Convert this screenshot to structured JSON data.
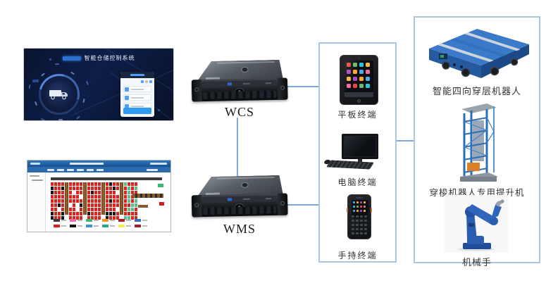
{
  "dashboard_screen": {
    "title": "智能仓储控制系统"
  },
  "servers": {
    "wcs_label": "WCS",
    "wms_label": "WMS"
  },
  "terminals_panel": {
    "items": [
      {
        "label": "平板终端",
        "icon": "tablet-device"
      },
      {
        "label": "电脑终端",
        "icon": "desktop-device"
      },
      {
        "label": "手持终端",
        "icon": "handheld-device"
      }
    ]
  },
  "equipment_panel": {
    "items": [
      {
        "label": "智能四向穿层机器人",
        "icon": "four-way-shuttle-robot"
      },
      {
        "label": "穿梭机器人专用提升机",
        "icon": "shuttle-robot-lift"
      },
      {
        "label": "机械手",
        "icon": "robot-arm"
      }
    ]
  },
  "colors": {
    "connector": "#7fa8d9",
    "box_border": "#a9c6e2",
    "rack_cell_occupied": "#dd241c",
    "rack_cell_dark": "#161616",
    "rack_cell_green": "#5cbd8d",
    "rack_rail": "#8a5a2b",
    "robot_blue": "#2b6cb8"
  },
  "wms_screen": {
    "legend_row1": [
      "#3a3a3a",
      "#f06eaa",
      "#3cb878",
      "#f7941d",
      "#b01e24",
      "#2f6fc4"
    ],
    "legend_row2": [
      "#e01b22",
      "#141414",
      "#3f8fdd",
      "#25a98b",
      "#f7ec4a",
      "#a02128"
    ],
    "app_icon_palette": [
      "#e8453c",
      "#f5b63f",
      "#4aa8ee",
      "#66bb6a",
      "#ab47bc",
      "#ef6c9c",
      "#26c6da",
      "#ffa726"
    ]
  }
}
